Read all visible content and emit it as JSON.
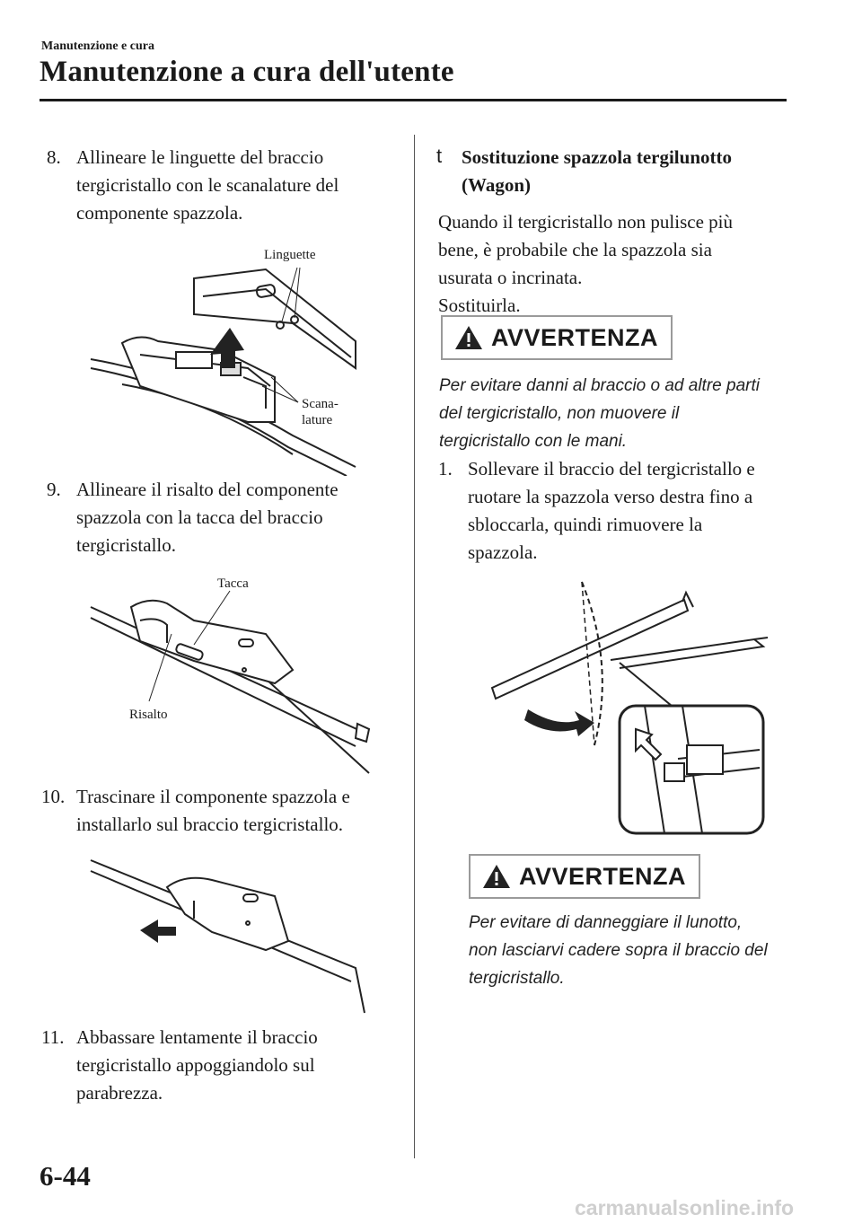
{
  "header": {
    "section_label": "Manutenzione e cura",
    "title": "Manutenzione a cura dell'utente"
  },
  "left": {
    "step8": {
      "num": "8.",
      "lines": [
        "Allineare le linguette del braccio",
        "tergicristallo con le scanalature del",
        "componente spazzola."
      ]
    },
    "fig1": {
      "label_tabs": "Linguette",
      "label_grooves_1": "Scana-",
      "label_grooves_2": "lature"
    },
    "step9": {
      "num": "9.",
      "lines": [
        "Allineare il risalto del componente",
        "spazzola con la tacca del braccio",
        "tergicristallo."
      ]
    },
    "fig2": {
      "label_notch": "Tacca",
      "label_ridge": "Risalto"
    },
    "step10": {
      "num": "10.",
      "lines": [
        "Trascinare il componente spazzola e",
        "installarlo sul braccio tergicristallo."
      ]
    },
    "step11": {
      "num": "11.",
      "lines": [
        "Abbassare lentamente il braccio",
        "tergicristallo appoggiandolo sul",
        "parabrezza."
      ]
    }
  },
  "right": {
    "section_marker": "t",
    "section_title_lines": [
      "Sostituzione spazzola tergilunotto",
      "(Wagon)"
    ],
    "intro_lines": [
      "Quando il tergicristallo non pulisce più",
      "bene, è probabile che la spazzola sia",
      "usurata o incrinata.",
      "Sostituirla."
    ],
    "warning1": {
      "label": "AVVERTENZA",
      "lines": [
        "Per evitare danni al braccio o ad altre parti",
        "del tergicristallo, non muovere il",
        "tergicristallo con le mani."
      ]
    },
    "step1": {
      "num": "1.",
      "lines": [
        "Sollevare il braccio del tergicristallo e",
        "ruotare la spazzola verso destra fino a",
        "sbloccarla, quindi rimuovere la",
        "spazzola."
      ]
    },
    "warning2": {
      "label": "AVVERTENZA",
      "lines": [
        "Per evitare di danneggiare il lunotto,",
        "non lasciarvi cadere sopra il braccio del",
        "tergicristallo."
      ]
    }
  },
  "footer": {
    "page_number": "6-44",
    "watermark": "carmanualsonline.info"
  }
}
